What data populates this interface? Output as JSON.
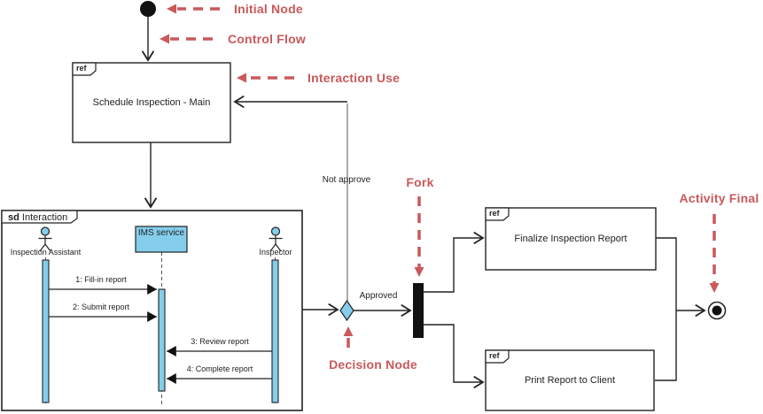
{
  "colors": {
    "annotation_red": "#c9595b",
    "node_blue": "#84ceec",
    "stroke_dark": "#222222"
  },
  "annotations": {
    "initial_node": "Initial Node",
    "control_flow": "Control Flow",
    "interaction_use": "Interaction Use",
    "fork": "Fork",
    "decision_node": "Decision Node",
    "activity_final": "Activity Final"
  },
  "nodes": {
    "ref_keyword": "ref",
    "schedule_label": "Schedule Inspection - Main",
    "finalize_label": "Finalize Inspection Report",
    "print_label": "Print Report to Client"
  },
  "guards": {
    "not_approve": "Not approve",
    "approved": "Approved"
  },
  "sequence": {
    "sd_keyword": "sd",
    "sd_name": "Interaction",
    "actor_left": "Inspection Assistant",
    "lifeline_object": "IMS service",
    "actor_right": "Inspector",
    "messages": [
      "1: Fill-in report",
      "2: Submit report",
      "3: Review report",
      "4: Complete report"
    ]
  }
}
